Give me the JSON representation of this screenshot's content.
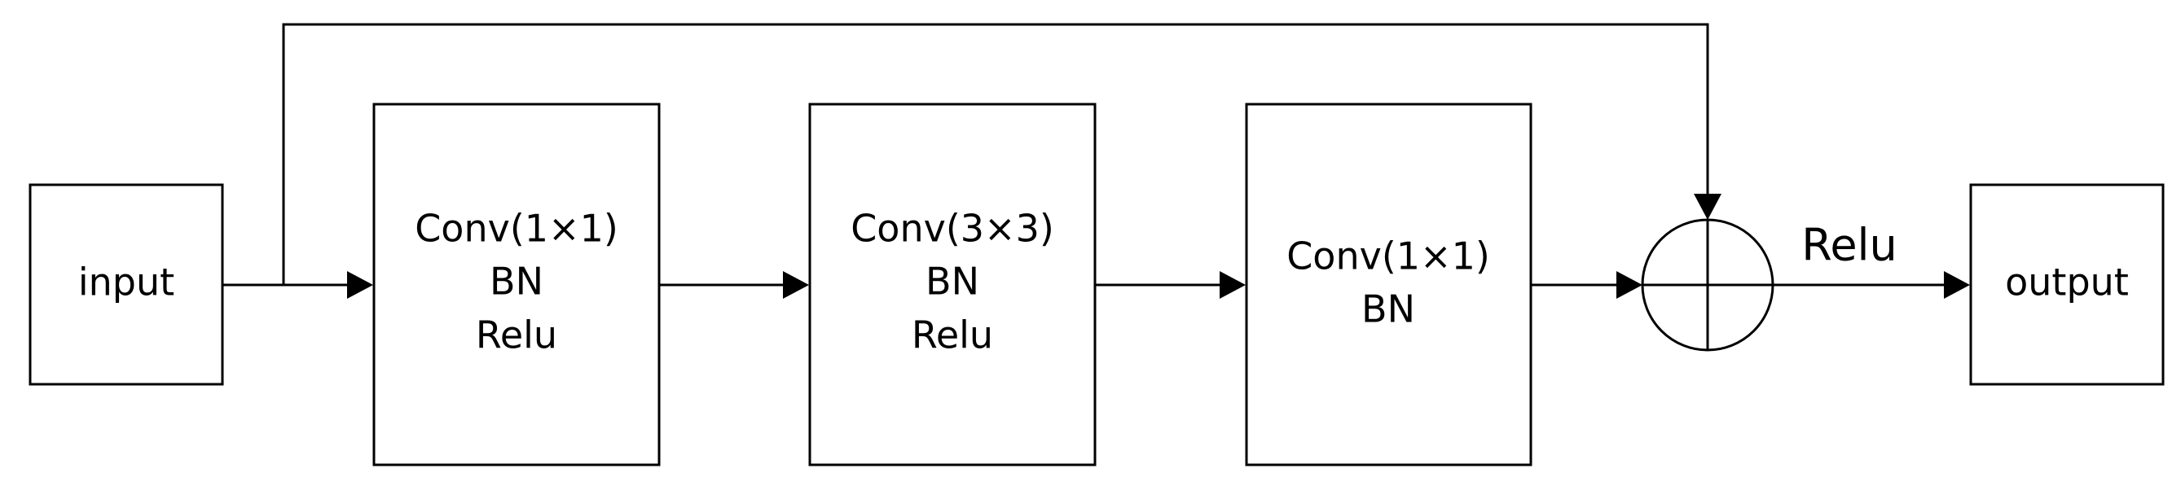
{
  "diagram": {
    "nodes": {
      "input": {
        "lines": [
          "input"
        ]
      },
      "conv1": {
        "lines": [
          "Conv(1×1)",
          "BN",
          "Relu"
        ]
      },
      "conv2": {
        "lines": [
          "Conv(3×3)",
          "BN",
          "Relu"
        ]
      },
      "conv3": {
        "lines": [
          "Conv(1×1)",
          "BN"
        ]
      },
      "output": {
        "lines": [
          "output"
        ]
      }
    },
    "edge_labels": {
      "relu": "Relu"
    },
    "colors": {
      "stroke": "#000000",
      "background": "#ffffff",
      "text": "#000000"
    }
  }
}
